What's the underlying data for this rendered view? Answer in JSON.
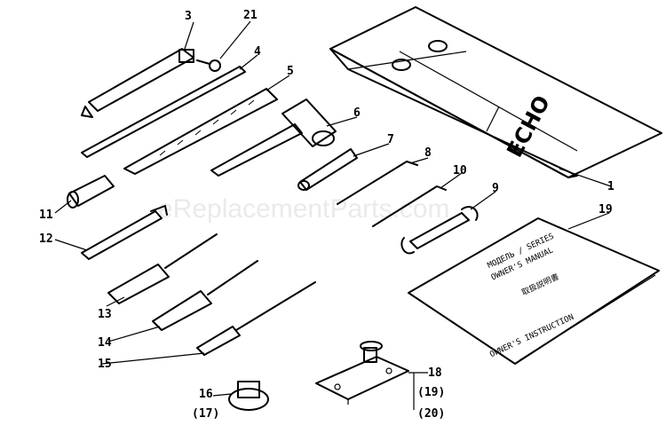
{
  "watermark": "eReplacementParts.com",
  "pouch": {
    "brand": "ECHO"
  },
  "manual": {
    "line1": "МОДЕЛЬ / SERIES",
    "line2": "OWNER'S MANUAL",
    "line3": "取扱説明書",
    "line4": "OWNER'S INSTRUCTION"
  },
  "callouts": {
    "c1": "1",
    "c3": "3",
    "c4": "4",
    "c5": "5",
    "c6": "6",
    "c7": "7",
    "c8": "8",
    "c9": "9",
    "c10": "10",
    "c11": "11",
    "c12": "12",
    "c13": "13",
    "c14": "14",
    "c15": "15",
    "c16": "16",
    "c17": "(17)",
    "c18": "18",
    "c19": "19",
    "c19b": "(19)",
    "c20": "(20)",
    "c21": "21"
  },
  "colors": {
    "line": "#000000",
    "background": "#ffffff",
    "watermark": "#d9d9d9"
  }
}
